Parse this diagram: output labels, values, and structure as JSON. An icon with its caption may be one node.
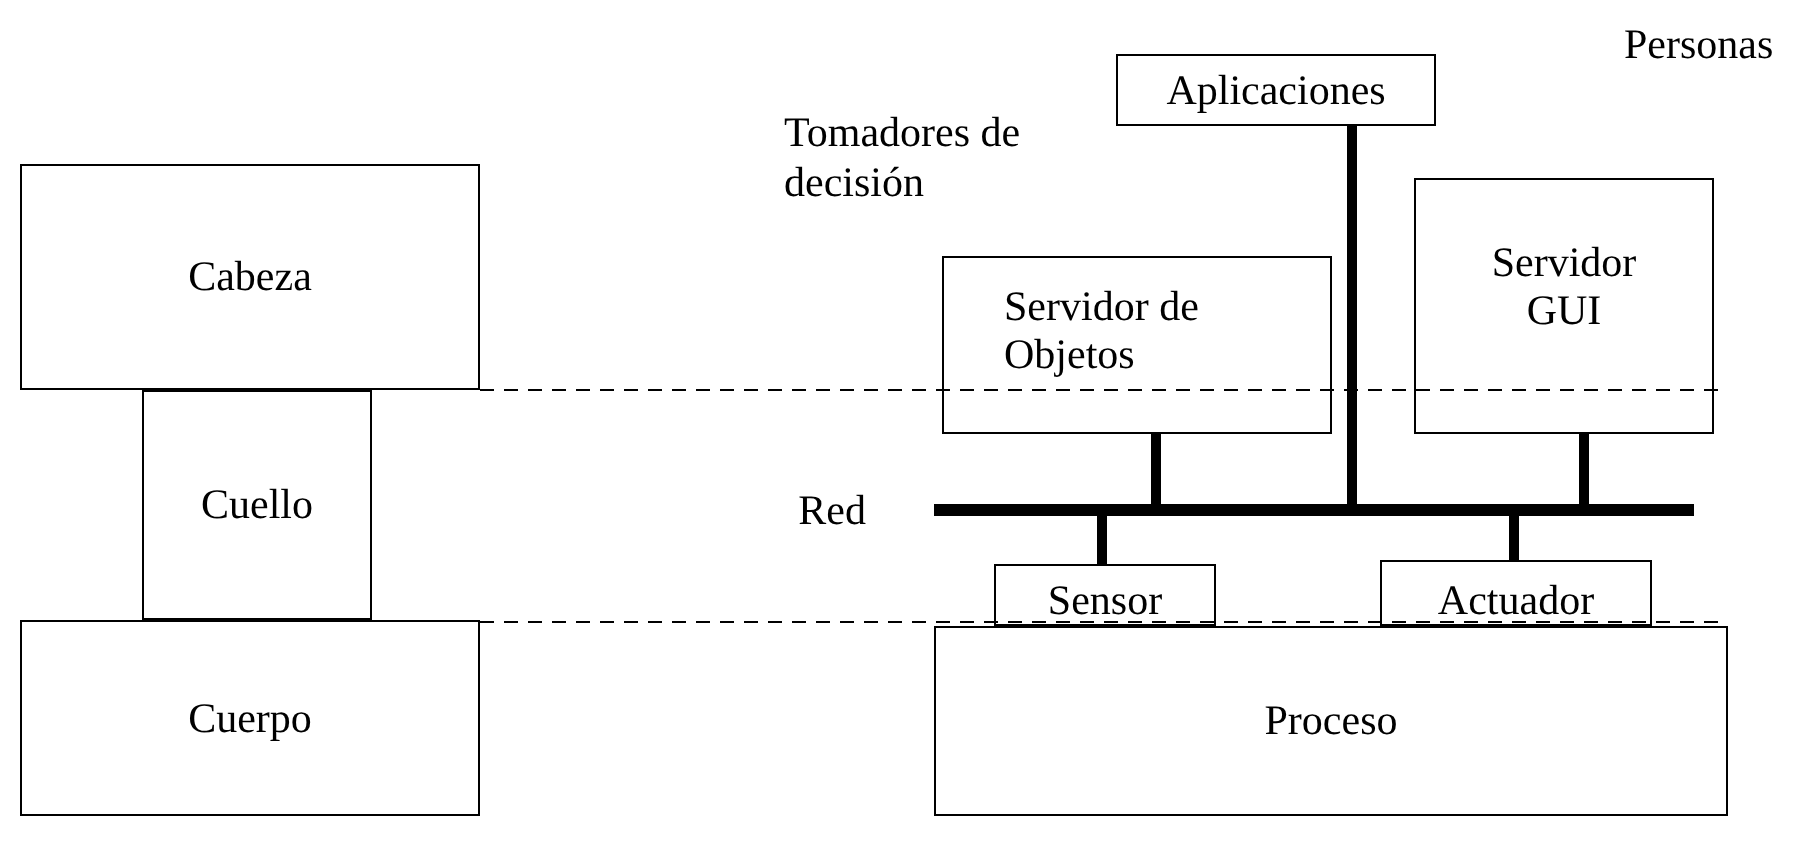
{
  "diagram": {
    "nodes": [
      {
        "text": [
          "Cabeza"
        ]
      },
      {
        "text": [
          "Cuello"
        ]
      },
      {
        "text": [
          "Cuerpo"
        ]
      },
      {
        "text": [
          "Aplicaciones"
        ]
      },
      {
        "text": [
          "Servidor de Objetos"
        ]
      },
      {
        "text": [
          "Servidor GUI"
        ]
      },
      {
        "text": [
          "Red"
        ]
      },
      {
        "text": [
          "Sensor"
        ]
      },
      {
        "text": [
          "Actuador"
        ]
      },
      {
        "text": [
          "Proceso"
        ]
      }
    ],
    "edges": [
      {
        "from": 3,
        "to": 6,
        "arrow": "none"
      },
      {
        "from": 4,
        "to": 6,
        "arrow": "none"
      },
      {
        "from": 5,
        "to": 6,
        "arrow": "none"
      },
      {
        "from": 6,
        "to": 7,
        "arrow": "none"
      },
      {
        "from": 6,
        "to": 8,
        "arrow": "none"
      }
    ],
    "labels": [
      "Personas",
      "Tomadores de decisión"
    ]
  }
}
